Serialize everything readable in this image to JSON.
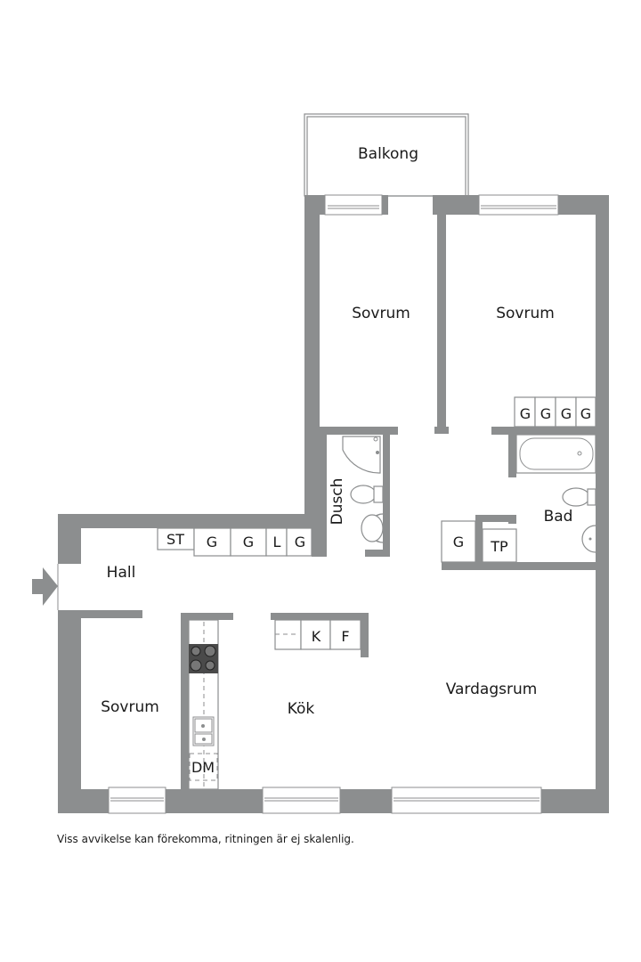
{
  "plan": {
    "rooms": {
      "balkong": "Balkong",
      "sovrum_1": "Sovrum",
      "sovrum_2": "Sovrum",
      "sovrum_3": "Sovrum",
      "dusch": "Dusch",
      "bad": "Bad",
      "hall": "Hall",
      "kok": "Kök",
      "vardagsrum": "Vardagsrum"
    },
    "storage_hall": [
      "ST",
      "G",
      "G",
      "L",
      "G"
    ],
    "storage_sovrum": [
      "G",
      "G",
      "G",
      "G"
    ],
    "storage_bad": [
      "G",
      "TP"
    ],
    "kitchen_units": [
      "K",
      "F"
    ],
    "dishwasher": "DM"
  },
  "footer": {
    "note": "Viss avvikelse kan förekomma, ritningen är ej skalenlig."
  },
  "colors": {
    "wall": "#8c8e8f",
    "text": "#1a1a1a",
    "background": "#ffffff"
  }
}
